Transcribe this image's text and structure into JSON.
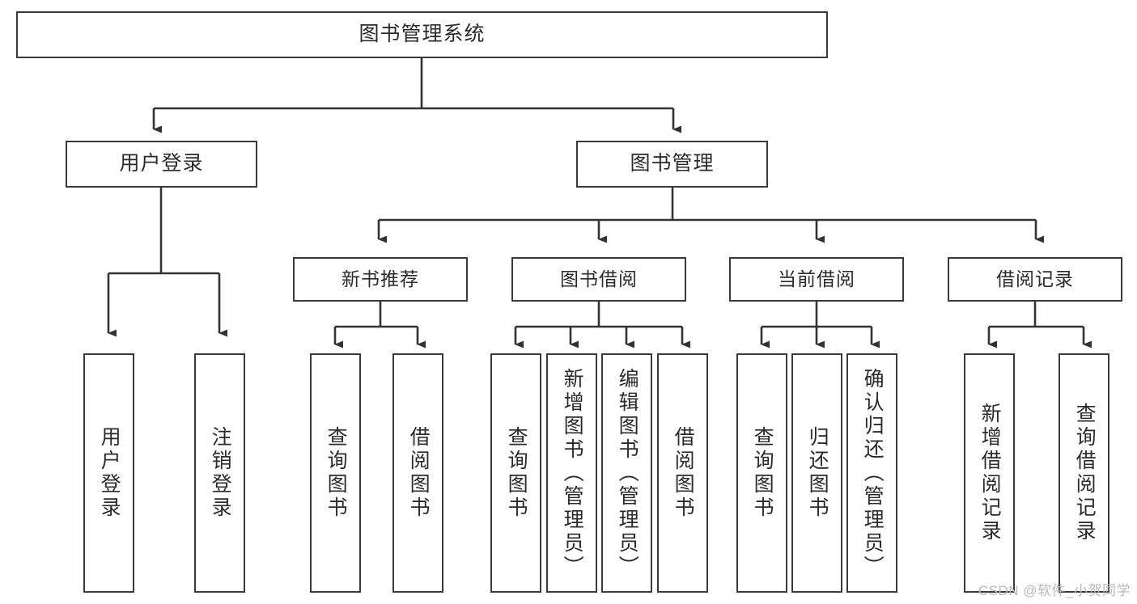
{
  "diagram": {
    "title": "图书管理系统",
    "watermark": "CSDN @软件_小贺同学",
    "colors": {
      "box_border": "#3a3a3a",
      "box_fill": "#ffffff",
      "text": "#2b2b2b",
      "connector": "#333333",
      "watermark": "#b9b9b9",
      "background": "#ffffff"
    },
    "root": {
      "label": "图书管理系统"
    },
    "level1": [
      {
        "label": "用户登录"
      },
      {
        "label": "图书管理"
      }
    ],
    "level2": [
      {
        "label": "新书推荐"
      },
      {
        "label": "图书借阅"
      },
      {
        "label": "当前借阅"
      },
      {
        "label": "借阅记录"
      }
    ],
    "leaves": {
      "user_login": [
        {
          "label": "用户登录"
        },
        {
          "label": "注销登录"
        }
      ],
      "new_book_recommend": [
        {
          "label": "查询图书"
        },
        {
          "label": "借阅图书"
        }
      ],
      "book_borrow": [
        {
          "label": "查询图书"
        },
        {
          "label": "新增图书（管理员）"
        },
        {
          "label": "编辑图书（管理员）"
        },
        {
          "label": "借阅图书"
        }
      ],
      "current_borrow": [
        {
          "label": "查询图书"
        },
        {
          "label": "归还图书"
        },
        {
          "label": "确认归还（管理员）"
        }
      ],
      "borrow_record": [
        {
          "label": "新增借阅记录"
        },
        {
          "label": "查询借阅记录"
        }
      ]
    }
  }
}
